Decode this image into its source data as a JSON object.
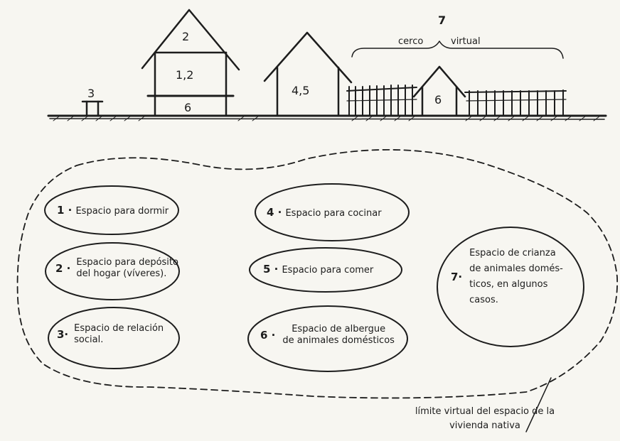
{
  "drawing": {
    "house_tall_top": "2",
    "house_tall_mid": "1,2",
    "house_tall_bottom": "6",
    "bench": "3",
    "house_mid": "4,5",
    "house_small": "6",
    "fence_number": "7",
    "fence_label_left": "cerco",
    "fence_label_right": "virtual"
  },
  "legend": [
    {
      "num": "1 ·",
      "lines": [
        "Espacio para dormir"
      ]
    },
    {
      "num": "2 ·",
      "lines": [
        "Espacio para depósito",
        "del hogar (víveres)."
      ]
    },
    {
      "num": "3·",
      "lines": [
        "Espacio de relación",
        "social."
      ]
    },
    {
      "num": "4 ·",
      "lines": [
        "Espacio para cocinar"
      ]
    },
    {
      "num": "5 ·",
      "lines": [
        "Espacio para comer"
      ]
    },
    {
      "num": "6 ·",
      "lines": [
        "Espacio de albergue",
        "de animales domésticos"
      ]
    },
    {
      "num": "7·",
      "lines": [
        "Espacio de crianza",
        "de animales domés-",
        "ticos, en algunos",
        "casos."
      ]
    }
  ],
  "boundary_label": [
    "límite virtual del espacio de la",
    "vivienda nativa"
  ],
  "colors": {
    "ink": "#1d1d1d",
    "paper": "#f7f6f1"
  }
}
